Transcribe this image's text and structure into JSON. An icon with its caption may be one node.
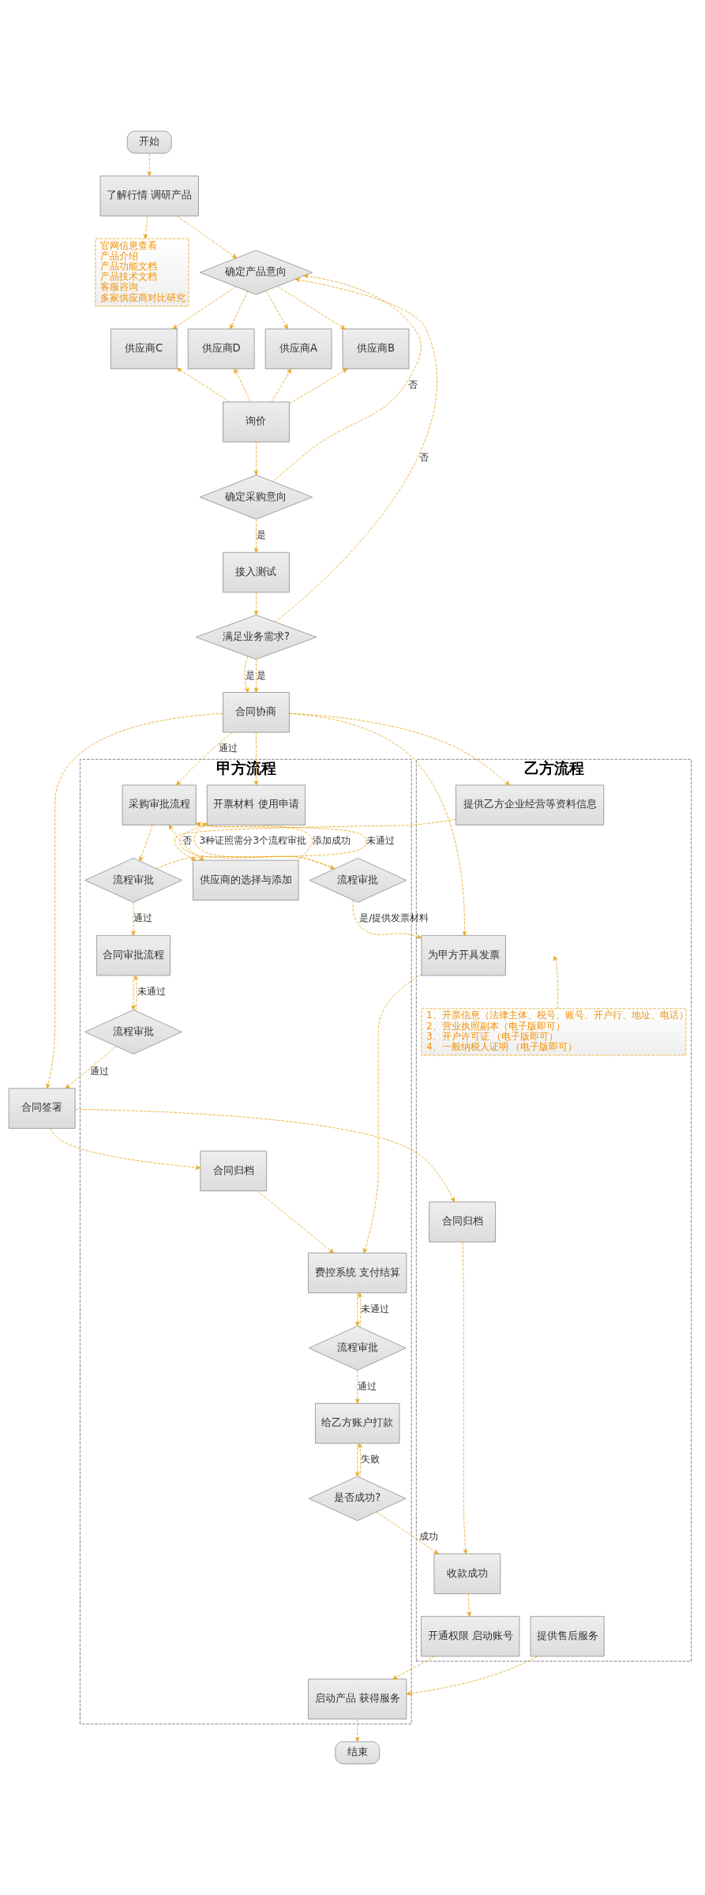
{
  "diagram": {
    "nodes": [
      {
        "text": [
          "开始"
        ]
      },
      {
        "text": [
          "了解行情 调研产品"
        ]
      },
      {
        "text": [
          "官网信息查看",
          "产品介绍",
          "产品功能文档",
          "产品技术文档",
          "客服咨询",
          "多家供应商对比研究"
        ]
      },
      {
        "text": [
          "确定产品意向"
        ]
      },
      {
        "text": [
          "供应商A"
        ]
      },
      {
        "text": [
          "供应商B"
        ]
      },
      {
        "text": [
          "供应商C"
        ]
      },
      {
        "text": [
          "供应商D"
        ]
      },
      {
        "text": [
          "询价"
        ]
      },
      {
        "text": [
          "确定采购意向"
        ]
      },
      {
        "text": [
          "接入测试"
        ]
      },
      {
        "text": [
          "满足业务需求?"
        ]
      },
      {
        "text": [
          "甲方流程"
        ]
      },
      {
        "text": [
          "乙方流程"
        ]
      },
      {
        "text": [
          "合同协商"
        ]
      },
      {
        "text": [
          "采购审批流程"
        ],
        "in": 12
      },
      {
        "text": [
          "供应商的选择与添加"
        ],
        "in": 12
      },
      {
        "text": [
          "提供乙方企业经营等资料信息"
        ],
        "in": 13
      },
      {
        "text": [
          "开票材料 使用申请"
        ],
        "in": 12
      },
      {
        "text": [
          "流程审批"
        ],
        "in": 12
      },
      {
        "text": [
          "流程审批"
        ],
        "in": 12
      },
      {
        "text": [
          "为甲方开具发票"
        ],
        "in": 13
      },
      {
        "text": [
          "1、开票信息（法律主体、税号、账号、开户行、地址、电话）",
          "2、营业执照副本（电子版即可）",
          "3、开户许可证 （电子版即可）",
          "4、一般纳税人证明 （电子版即可）"
        ],
        "in": 13
      },
      {
        "text": [
          "合同审批流程"
        ],
        "in": 12
      },
      {
        "text": [
          "流程审批"
        ],
        "in": 12
      },
      {
        "text": [
          "合同签署"
        ]
      },
      {
        "text": [
          "合同归档"
        ],
        "in": 12
      },
      {
        "text": [
          "合同归档"
        ],
        "in": 13
      },
      {
        "text": [
          "费控系统 支付结算"
        ],
        "in": 12
      },
      {
        "text": [
          "流程审批"
        ],
        "in": 12
      },
      {
        "text": [
          "给乙方账户打款"
        ],
        "in": 12
      },
      {
        "text": [
          "是否成功?"
        ],
        "in": 12
      },
      {
        "text": [
          "收款成功"
        ],
        "in": 13
      },
      {
        "text": [
          "启动产品 获得服务"
        ],
        "in": 12
      },
      {
        "text": [
          "开通权限 启动账号"
        ],
        "in": 13
      },
      {
        "text": [
          "提供售后服务"
        ],
        "in": 13
      },
      {
        "text": [
          "结束"
        ]
      }
    ],
    "edges": [
      {
        "from": 0,
        "to": 1,
        "arrow": "to"
      },
      {
        "from": 1,
        "to": 2,
        "arrow": "to"
      },
      {
        "from": 1,
        "to": 3,
        "arrow": "to"
      },
      {
        "from": 3,
        "to": 4,
        "arrow": "to"
      },
      {
        "from": 3,
        "to": 5,
        "arrow": "to"
      },
      {
        "from": 3,
        "to": 6,
        "arrow": "to"
      },
      {
        "from": 3,
        "to": 7,
        "arrow": "to"
      },
      {
        "from": 8,
        "to": 4,
        "arrow": "to"
      },
      {
        "from": 8,
        "to": 5,
        "arrow": "to"
      },
      {
        "from": 8,
        "to": 6,
        "arrow": "to"
      },
      {
        "from": 8,
        "to": 7,
        "arrow": "to"
      },
      {
        "from": 8,
        "to": 9,
        "arrow": "to"
      },
      {
        "from": 9,
        "to": 3,
        "arrow": "to",
        "label": "否"
      },
      {
        "from": 9,
        "to": 10,
        "arrow": "to",
        "label": "是"
      },
      {
        "from": 10,
        "to": 11,
        "arrow": "to"
      },
      {
        "from": 11,
        "to": 3,
        "arrow": "to",
        "label": "否"
      },
      {
        "from": 11,
        "to": 14,
        "arrow": "to",
        "label": "是"
      },
      {
        "from": 11,
        "to": 14,
        "arrow": "to",
        "label": "是"
      },
      {
        "from": 14,
        "to": 15,
        "arrow": "to",
        "label": "通过"
      },
      {
        "from": 16,
        "to": 15,
        "arrow": "to",
        "label": "添加成功"
      },
      {
        "from": 15,
        "to": 16,
        "arrow": "both"
      },
      {
        "from": 14,
        "to": 18,
        "arrow": "to"
      },
      {
        "from": 14,
        "to": 17,
        "arrow": "to"
      },
      {
        "from": 17,
        "to": 16,
        "arrow": "to"
      },
      {
        "from": 14,
        "to": 21,
        "arrow": "to"
      },
      {
        "from": 14,
        "to": 25,
        "arrow": "to"
      },
      {
        "from": 15,
        "to": 19,
        "arrow": "to"
      },
      {
        "from": 19,
        "to": 15,
        "arrow": "to",
        "label": "未通过"
      },
      {
        "from": 18,
        "to": 20,
        "arrow": "to",
        "label": "3种证照需分3个流程审批"
      },
      {
        "from": 20,
        "to": 18,
        "arrow": "to",
        "label": "否"
      },
      {
        "from": 20,
        "to": 21,
        "arrow": "to",
        "label": "是/提供发票材料"
      },
      {
        "from": 22,
        "to": null,
        "arrow": "to"
      },
      {
        "from": 19,
        "to": 23,
        "arrow": "to",
        "label": "通过"
      },
      {
        "from": 23,
        "to": 24,
        "arrow": "to"
      },
      {
        "from": 24,
        "to": 23,
        "arrow": "to",
        "label": "未通过"
      },
      {
        "from": 24,
        "to": 25,
        "arrow": "to",
        "label": "通过"
      },
      {
        "from": 25,
        "to": 26,
        "arrow": "to"
      },
      {
        "from": 25,
        "to": 27,
        "arrow": "to"
      },
      {
        "from": 21,
        "to": 28,
        "arrow": "to"
      },
      {
        "from": 27,
        "to": 32,
        "arrow": "to"
      },
      {
        "from": 26,
        "to": 28,
        "arrow": "to"
      },
      {
        "from": 28,
        "to": 29,
        "arrow": "to"
      },
      {
        "from": 29,
        "to": 28,
        "arrow": "to",
        "label": "未通过"
      },
      {
        "from": 29,
        "to": 30,
        "arrow": "to",
        "label": "通过"
      },
      {
        "from": 30,
        "to": 31,
        "arrow": "to"
      },
      {
        "from": 31,
        "to": 30,
        "arrow": "to",
        "label": "失败"
      },
      {
        "from": 31,
        "to": 32,
        "arrow": "to",
        "label": "成功"
      },
      {
        "from": 32,
        "to": 34,
        "arrow": "to"
      },
      {
        "from": 34,
        "to": 33,
        "arrow": "to"
      },
      {
        "from": 35,
        "to": 33,
        "arrow": "to"
      },
      {
        "from": 33,
        "to": 36,
        "arrow": "to"
      }
    ]
  }
}
